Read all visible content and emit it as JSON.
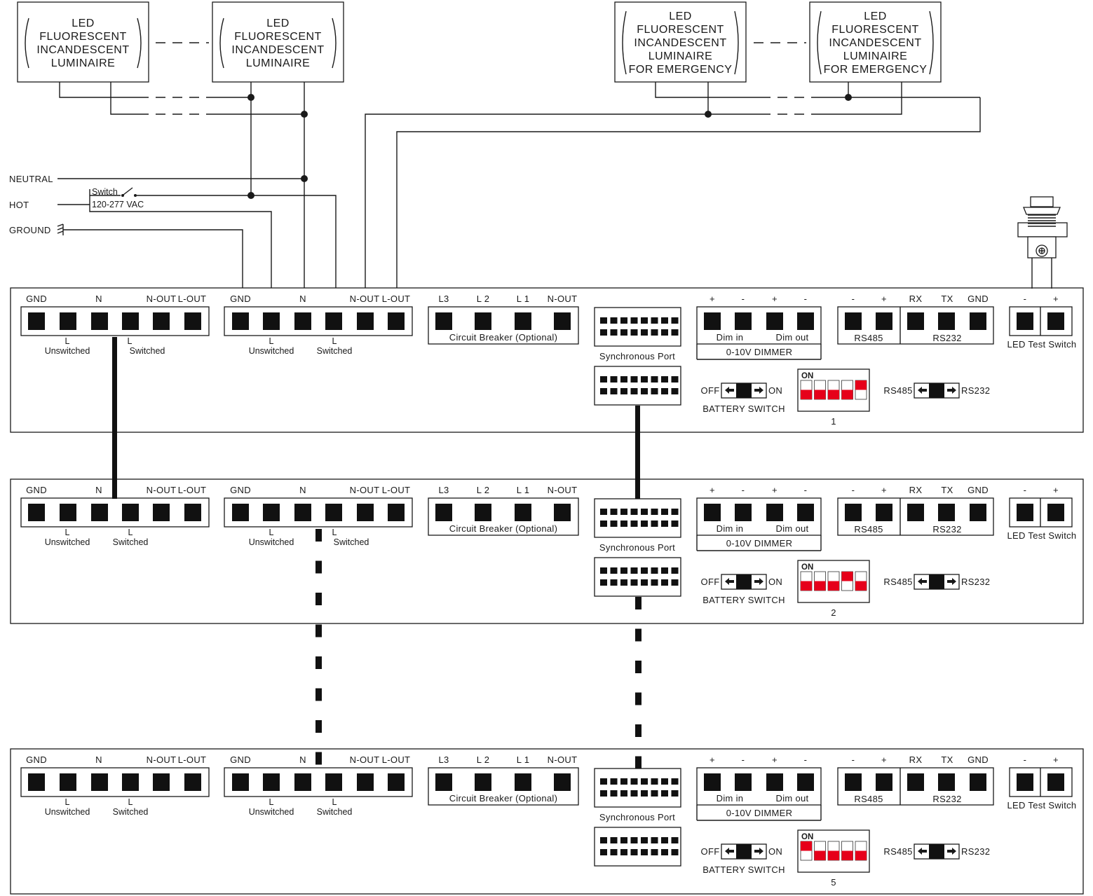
{
  "luminaires": [
    {
      "lines": [
        "LED",
        "FLUORESCENT",
        "INCANDESCENT",
        "LUMINAIRE"
      ]
    },
    {
      "lines": [
        "LED",
        "FLUORESCENT",
        "INCANDESCENT",
        "LUMINAIRE"
      ]
    },
    {
      "lines": [
        "LED",
        "FLUORESCENT",
        "INCANDESCENT",
        "LUMINAIRE",
        "FOR EMERGENCY"
      ]
    },
    {
      "lines": [
        "LED",
        "FLUORESCENT",
        "INCANDESCENT",
        "LUMINAIRE",
        "FOR EMERGENCY"
      ]
    }
  ],
  "supply": {
    "neutral": "NEUTRAL",
    "hot": "HOT",
    "ground": "GROUND",
    "switch_label": "Switch",
    "voltage": "120-277 VAC"
  },
  "labels": {
    "gnd": "GND",
    "n": "N",
    "nout": "N-OUT",
    "lout": "L-OUT",
    "l": "L",
    "unswitched": "Unswitched",
    "switched": "Switched",
    "l3": "L3",
    "l2": "L 2",
    "l1": "L 1",
    "breaker": "Circuit Breaker (Optional)",
    "sync": "Synchronous Port",
    "plus": "+",
    "minus": "-",
    "dim_in": "Dim in",
    "dim_out": "Dim out",
    "dimmer": "0-10V DIMMER",
    "rs485": "RS485",
    "rs232": "RS232",
    "rx": "RX",
    "tx": "TX",
    "led_test": "LED Test Switch",
    "off": "OFF",
    "on": "ON",
    "battery": "BATTERY SWITCH",
    "dip_on": "ON"
  },
  "units": [
    {
      "id": "1",
      "dip_up": [
        false,
        false,
        false,
        false,
        true
      ]
    },
    {
      "id": "2",
      "dip_up": [
        false,
        false,
        false,
        true,
        false
      ]
    },
    {
      "id": "5",
      "dip_up": [
        true,
        false,
        false,
        false,
        false
      ]
    }
  ],
  "colors": {
    "line": "#1a1a1a",
    "block": "#111111",
    "dip": "#e6001a"
  }
}
